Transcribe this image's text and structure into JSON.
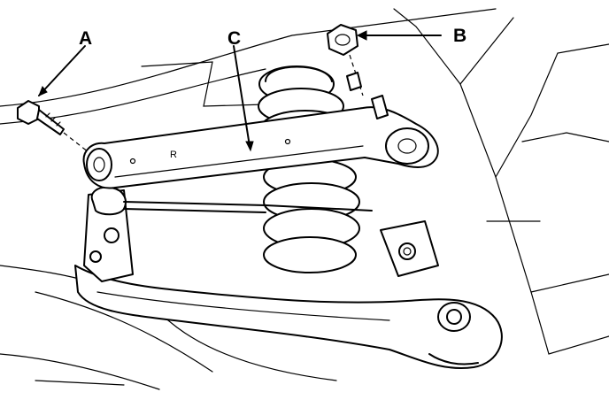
{
  "diagram": {
    "callouts": [
      {
        "id": "A",
        "label": "A"
      },
      {
        "id": "B",
        "label": "B"
      },
      {
        "id": "C",
        "label": "C"
      }
    ],
    "arm_stamp": "R"
  },
  "colors": {
    "ink": "#000000",
    "paper": "#ffffff"
  }
}
